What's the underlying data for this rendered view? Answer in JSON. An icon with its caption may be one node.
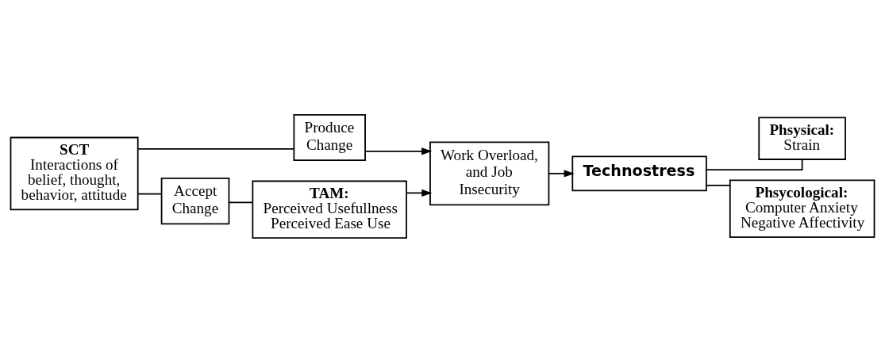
{
  "diagram": {
    "nodes": [
      {
        "text": [
          "SCT",
          "Interactions of belief, thought, behavior, attitude"
        ]
      },
      {
        "text": [
          "Produce Change"
        ]
      },
      {
        "text": [
          "Accept Change"
        ]
      },
      {
        "text": [
          "TAM:",
          "Perceived Usefullness",
          "Perceived Ease Use"
        ]
      },
      {
        "text": [
          "Work Overload, and Job Insecurity"
        ]
      },
      {
        "text": [
          "Technostress"
        ]
      },
      {
        "text": [
          "Phsysical:",
          "Strain"
        ]
      },
      {
        "text": [
          "Phsycological:",
          "Computer Anxiety",
          "Negative Affectivity"
        ]
      }
    ],
    "edges": [
      {
        "from": 0,
        "to": 1,
        "arrow": "none"
      },
      {
        "from": 0,
        "to": 2,
        "arrow": "none"
      },
      {
        "from": 1,
        "to": 4,
        "arrow": "to"
      },
      {
        "from": 2,
        "to": 3,
        "arrow": "none"
      },
      {
        "from": 3,
        "to": 4,
        "arrow": "to"
      },
      {
        "from": 4,
        "to": 5,
        "arrow": "to"
      },
      {
        "from": 5,
        "to": 6,
        "arrow": "none"
      },
      {
        "from": 5,
        "to": 7,
        "arrow": "none"
      }
    ]
  }
}
